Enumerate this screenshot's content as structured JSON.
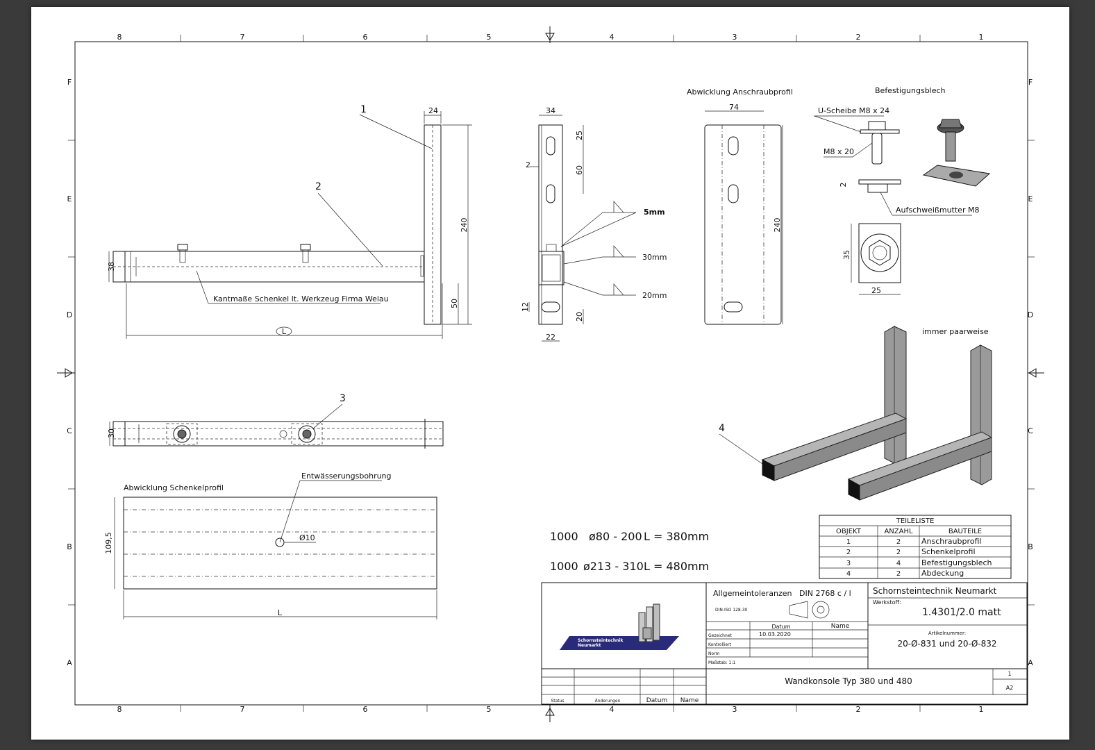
{
  "border": {
    "columns": [
      "8",
      "7",
      "6",
      "5",
      "4",
      "3",
      "2",
      "1"
    ],
    "rows": [
      "F",
      "E",
      "D",
      "C",
      "B",
      "A"
    ]
  },
  "side_view": {
    "callout_1": "1",
    "callout_2": "2",
    "dim_top": "24",
    "dim_height": "240",
    "dim_profile": "38",
    "dim_bottom": "50",
    "dim_length": "L",
    "note": "Kantmaße Schenkel lt. Werkzeug Firma Welau"
  },
  "front_view": {
    "dim_width": "34",
    "dim_25": "25",
    "dim_60": "60",
    "dim_thickness": "2",
    "dim_12": "12",
    "dim_20": "20",
    "dim_22": "22",
    "weld_1": "5mm",
    "weld_2": "30mm",
    "weld_3": "20mm"
  },
  "unfolding_mount": {
    "title": "Abwicklung Anschraubprofil",
    "dim_width": "74",
    "dim_height": "240"
  },
  "fastening_plate": {
    "title": "Befestigungsblech",
    "washer": "U-Scheibe M8 x 24",
    "bolt": "M8 x 20",
    "dim_thickness": "2",
    "nut": "Aufschweißmutter M8",
    "dim_35": "35",
    "dim_25": "25"
  },
  "top_view": {
    "callout_3": "3",
    "dim_30": "30"
  },
  "unfolding_leg": {
    "title": "Abwicklung Schenkelprofil",
    "drain": "Entwässerungsbohrung",
    "hole": "Ø10",
    "dim_height": "109,5",
    "dim_length": "L"
  },
  "iso_view": {
    "note": "immer paarweise",
    "callout_4": "4"
  },
  "variants": [
    {
      "qty": "1000",
      "diameter": "ø80 - 200",
      "length": "L = 380mm"
    },
    {
      "qty": "1000",
      "diameter": "ø213 - 310",
      "length": "L = 480mm"
    }
  ],
  "parts_list": {
    "title": "TEILELISTE",
    "headers": [
      "OBJEKT",
      "ANZAHL",
      "BAUTEILE"
    ],
    "rows": [
      [
        "1",
        "2",
        "Anschraubprofil"
      ],
      [
        "2",
        "2",
        "Schenkelprofil"
      ],
      [
        "3",
        "4",
        "Befestigungsblech"
      ],
      [
        "4",
        "2",
        "Abdeckung"
      ]
    ]
  },
  "title_block": {
    "logo_text_1": "Schornsteintechnik",
    "logo_text_2": "Neumarkt",
    "tolerances": "Allgemeintoleranzen",
    "din": "DIN 2768 c / l",
    "iso": "DIN-ISO 128-30",
    "col_datum": "Datum",
    "col_name": "Name",
    "row_drawn": "Gezeichnet",
    "row_drawn_date": "10.03.2020",
    "row_checked": "Kontrolliert",
    "row_norm": "Norm",
    "row_scale": "Maßstab:  1:1",
    "company": "Schornsteintechnik Neumarkt",
    "material_label": "Werkstoff:",
    "material": "1.4301/2.0 matt",
    "article_label": "Artikelnummer:",
    "article": "20-Ø-831 und 20-Ø-832",
    "title": "Wandkonsole Typ 380 und 480",
    "sheet": "1",
    "format": "A2",
    "rev_status": "Status",
    "rev_changes": "Änderungen",
    "rev_date": "Datum",
    "rev_name": "Name"
  }
}
